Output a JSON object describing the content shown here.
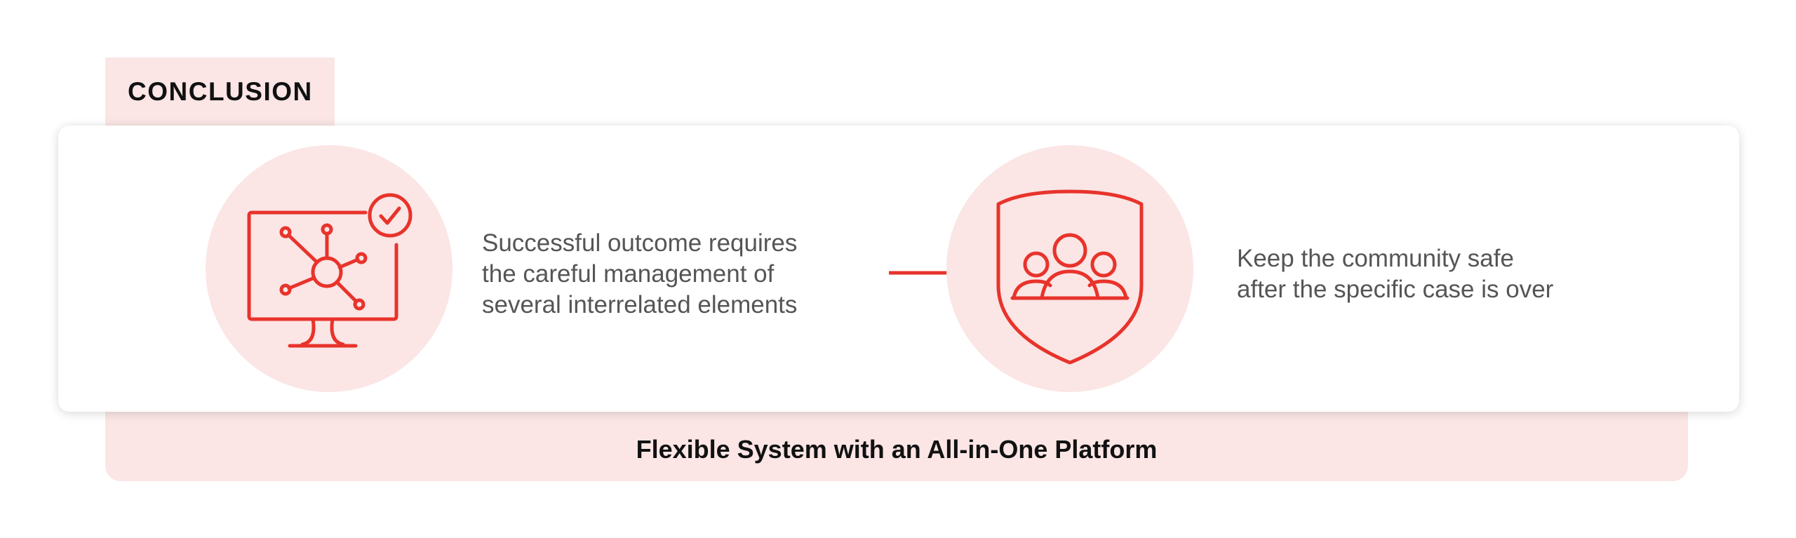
{
  "tag": {
    "label": "CONCLUSION"
  },
  "steps": [
    {
      "icon": "network-monitor-check-icon",
      "lines": [
        "Successful outcome requires",
        "the careful management of",
        "several interrelated elements"
      ]
    },
    {
      "icon": "community-shield-icon",
      "lines": [
        "Keep the community safe",
        "after the specific case is over"
      ]
    }
  ],
  "footer": {
    "text": "Flexible System with an All-in-One Platform"
  },
  "colors": {
    "accent": "#e8332b",
    "tint": "#fbe5e5",
    "text": "#555555",
    "heading": "#111111"
  }
}
